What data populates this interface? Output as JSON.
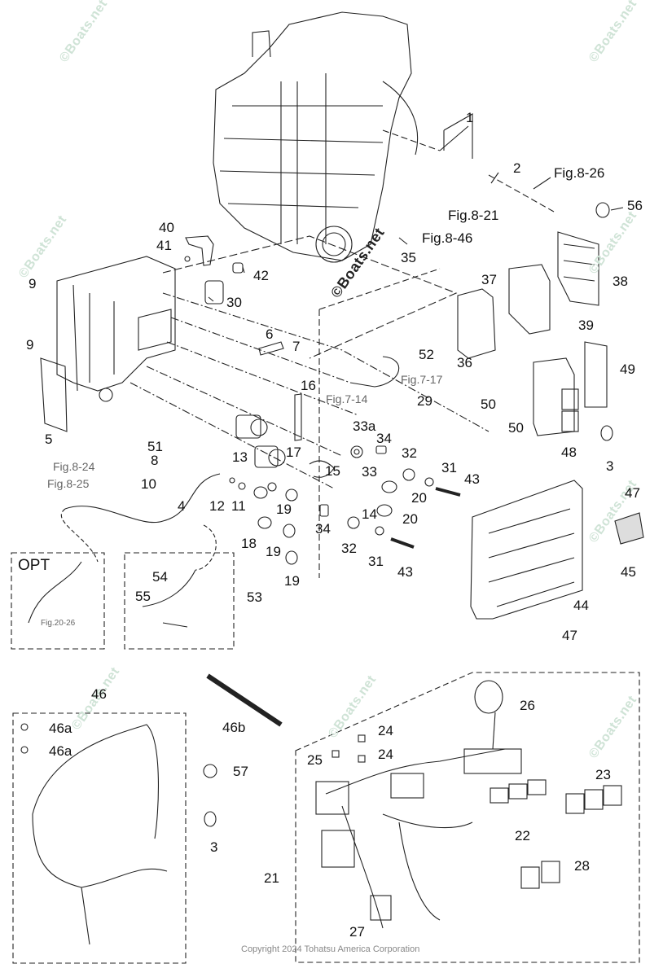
{
  "diagram": {
    "title": "Outboard electrical parts exploded view",
    "copyright": "Copyright 2024 Tohatsu America Corporation",
    "watermark": "©Boats.net",
    "option_box_label": "OPT",
    "colors": {
      "line": "#111111",
      "watermark": "#cfe3d6",
      "copyright": "#888888"
    },
    "callouts": [
      {
        "id": "c1",
        "text": "1"
      },
      {
        "id": "c2",
        "text": "2"
      },
      {
        "id": "c3a",
        "text": "3"
      },
      {
        "id": "c3b",
        "text": "3"
      },
      {
        "id": "c4",
        "text": "4"
      },
      {
        "id": "c5",
        "text": "5"
      },
      {
        "id": "c6",
        "text": "6"
      },
      {
        "id": "c7",
        "text": "7"
      },
      {
        "id": "c8",
        "text": "8"
      },
      {
        "id": "c9a",
        "text": "9"
      },
      {
        "id": "c9b",
        "text": "9"
      },
      {
        "id": "c10",
        "text": "10"
      },
      {
        "id": "c11",
        "text": "11"
      },
      {
        "id": "c12",
        "text": "12"
      },
      {
        "id": "c13",
        "text": "13"
      },
      {
        "id": "c14",
        "text": "14"
      },
      {
        "id": "c15",
        "text": "15"
      },
      {
        "id": "c16",
        "text": "16"
      },
      {
        "id": "c17",
        "text": "17"
      },
      {
        "id": "c18",
        "text": "18"
      },
      {
        "id": "c19a",
        "text": "19"
      },
      {
        "id": "c19b",
        "text": "19"
      },
      {
        "id": "c19c",
        "text": "19"
      },
      {
        "id": "c20a",
        "text": "20"
      },
      {
        "id": "c20b",
        "text": "20"
      },
      {
        "id": "c21",
        "text": "21"
      },
      {
        "id": "c22",
        "text": "22"
      },
      {
        "id": "c23",
        "text": "23"
      },
      {
        "id": "c24a",
        "text": "24"
      },
      {
        "id": "c24b",
        "text": "24"
      },
      {
        "id": "c25",
        "text": "25"
      },
      {
        "id": "c26",
        "text": "26"
      },
      {
        "id": "c27",
        "text": "27"
      },
      {
        "id": "c28",
        "text": "28"
      },
      {
        "id": "c29",
        "text": "29"
      },
      {
        "id": "c30",
        "text": "30"
      },
      {
        "id": "c31a",
        "text": "31"
      },
      {
        "id": "c31b",
        "text": "31"
      },
      {
        "id": "c32a",
        "text": "32"
      },
      {
        "id": "c32b",
        "text": "32"
      },
      {
        "id": "c33",
        "text": "33"
      },
      {
        "id": "c33a",
        "text": "33a"
      },
      {
        "id": "c34a",
        "text": "34"
      },
      {
        "id": "c34b",
        "text": "34"
      },
      {
        "id": "c35",
        "text": "35"
      },
      {
        "id": "c36",
        "text": "36"
      },
      {
        "id": "c37",
        "text": "37"
      },
      {
        "id": "c38",
        "text": "38"
      },
      {
        "id": "c39",
        "text": "39"
      },
      {
        "id": "c40",
        "text": "40"
      },
      {
        "id": "c41",
        "text": "41"
      },
      {
        "id": "c42",
        "text": "42"
      },
      {
        "id": "c43a",
        "text": "43"
      },
      {
        "id": "c43b",
        "text": "43"
      },
      {
        "id": "c44",
        "text": "44"
      },
      {
        "id": "c45",
        "text": "45"
      },
      {
        "id": "c46",
        "text": "46"
      },
      {
        "id": "c46a1",
        "text": "46a"
      },
      {
        "id": "c46a2",
        "text": "46a"
      },
      {
        "id": "c46b",
        "text": "46b"
      },
      {
        "id": "c47a",
        "text": "47"
      },
      {
        "id": "c47b",
        "text": "47"
      },
      {
        "id": "c48",
        "text": "48"
      },
      {
        "id": "c49",
        "text": "49"
      },
      {
        "id": "c50a",
        "text": "50"
      },
      {
        "id": "c50b",
        "text": "50"
      },
      {
        "id": "c51",
        "text": "51"
      },
      {
        "id": "c52",
        "text": "52"
      },
      {
        "id": "c53",
        "text": "53"
      },
      {
        "id": "c54",
        "text": "54"
      },
      {
        "id": "c55",
        "text": "55"
      },
      {
        "id": "c56",
        "text": "56"
      },
      {
        "id": "c57",
        "text": "57"
      }
    ],
    "figure_refs": [
      {
        "id": "f826",
        "text": "Fig.8-26"
      },
      {
        "id": "f821",
        "text": "Fig.8-21"
      },
      {
        "id": "f846",
        "text": "Fig.8-46"
      },
      {
        "id": "f717",
        "text": "Fig.7-17"
      },
      {
        "id": "f714",
        "text": "Fig.7-14"
      },
      {
        "id": "f824",
        "text": "Fig.8-24"
      },
      {
        "id": "f825",
        "text": "Fig.8-25"
      },
      {
        "id": "f2026",
        "text": "Fig.20-26"
      }
    ]
  }
}
